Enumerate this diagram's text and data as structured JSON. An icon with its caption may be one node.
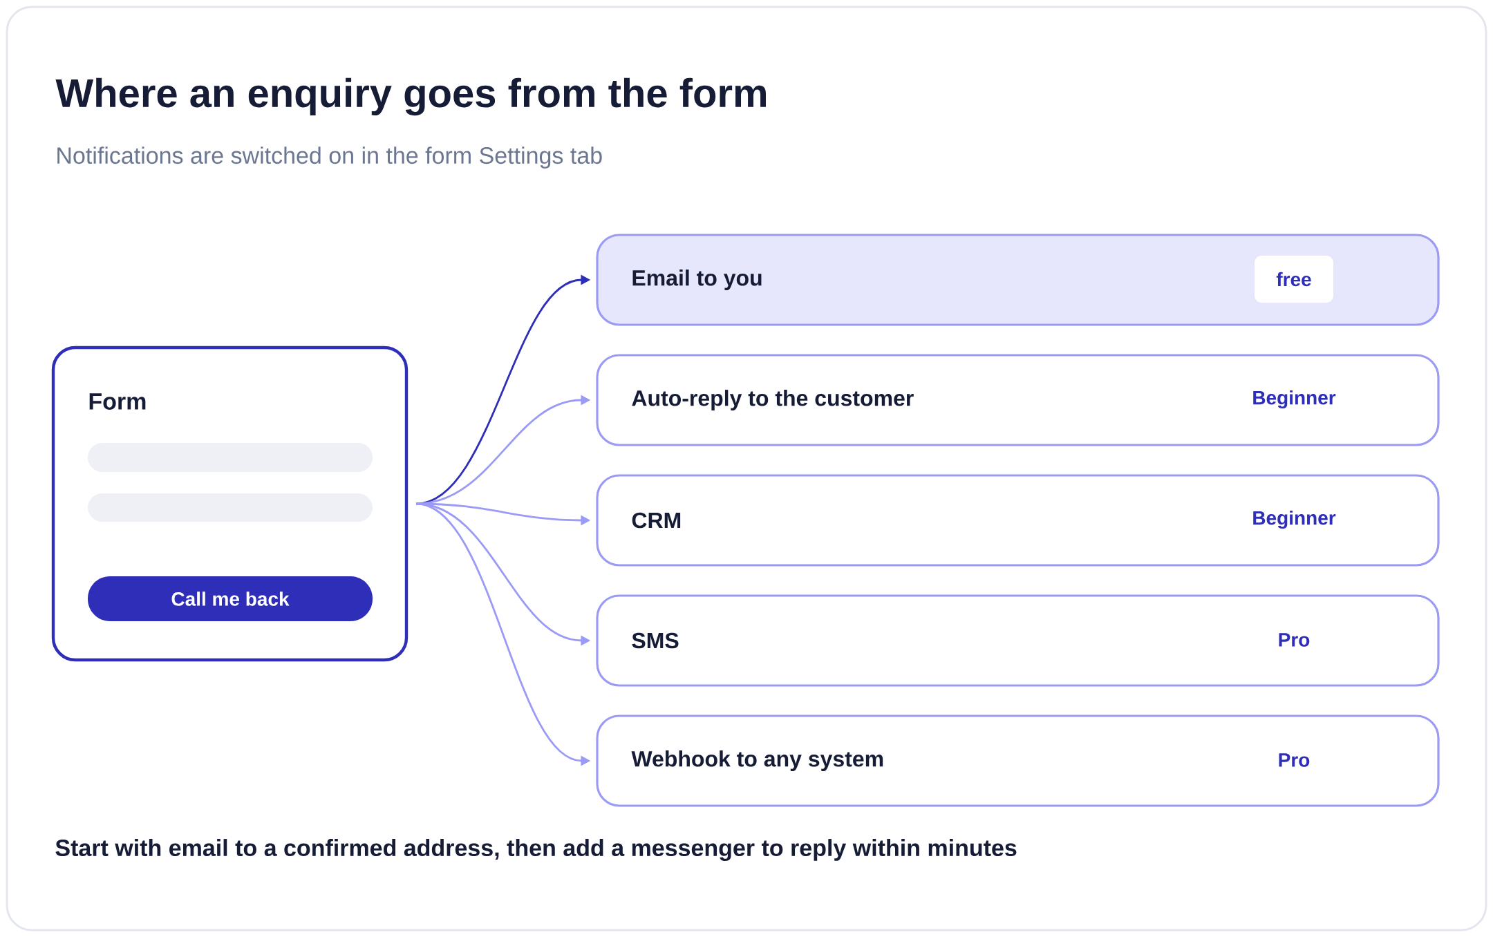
{
  "diagram": {
    "title": "Where an enquiry goes from the form",
    "nodes": [
      {
        "text": [
          "Form"
        ]
      },
      {
        "text": [
          "Call me back"
        ],
        "in": 0
      },
      {
        "text": [
          "Email to you",
          "free"
        ]
      },
      {
        "text": [
          "Auto-reply to the customer",
          "Beginner"
        ]
      },
      {
        "text": [
          "CRM",
          "Beginner"
        ]
      },
      {
        "text": [
          "SMS",
          "Pro"
        ]
      },
      {
        "text": [
          "Webhook to any system",
          "Pro"
        ]
      }
    ],
    "edges": [
      {
        "from": 0,
        "to": 2,
        "arrow": "to",
        "color": "#2e2eb8"
      },
      {
        "from": 0,
        "to": 3,
        "arrow": "to"
      },
      {
        "from": 0,
        "to": 4,
        "arrow": "to"
      },
      {
        "from": 0,
        "to": 5,
        "arrow": "to"
      },
      {
        "from": 0,
        "to": 6,
        "arrow": "to"
      }
    ],
    "labels": [
      "Notifications are switched on in the form Settings tab",
      "Start with email to a confirmed address, then add a messenger to reply within minutes"
    ]
  }
}
